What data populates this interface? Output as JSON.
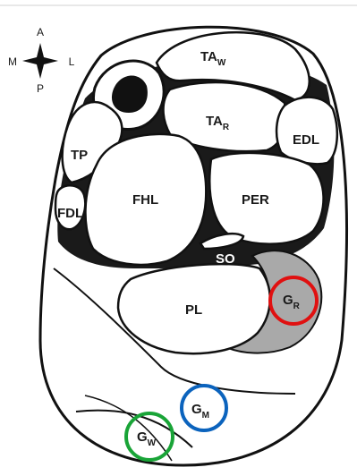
{
  "compass": {
    "anterior": "A",
    "posterior": "P",
    "medial": "M",
    "lateral": "L"
  },
  "muscles": {
    "taw": {
      "main": "TA",
      "sub": "W"
    },
    "tar": {
      "main": "TA",
      "sub": "R"
    },
    "edl": {
      "main": "EDL"
    },
    "tp": {
      "main": "TP"
    },
    "fdl": {
      "main": "FDL"
    },
    "fhl": {
      "main": "FHL"
    },
    "per": {
      "main": "PER"
    },
    "so": {
      "main": "SO"
    },
    "pl": {
      "main": "PL"
    },
    "gr": {
      "main": "G",
      "sub": "R"
    },
    "gm": {
      "main": "G",
      "sub": "M"
    },
    "gw": {
      "main": "G",
      "sub": "W"
    }
  },
  "highlights": {
    "gr_circle": "#e01010",
    "gm_circle": "#0b63bd",
    "gw_circle": "#19a437"
  }
}
